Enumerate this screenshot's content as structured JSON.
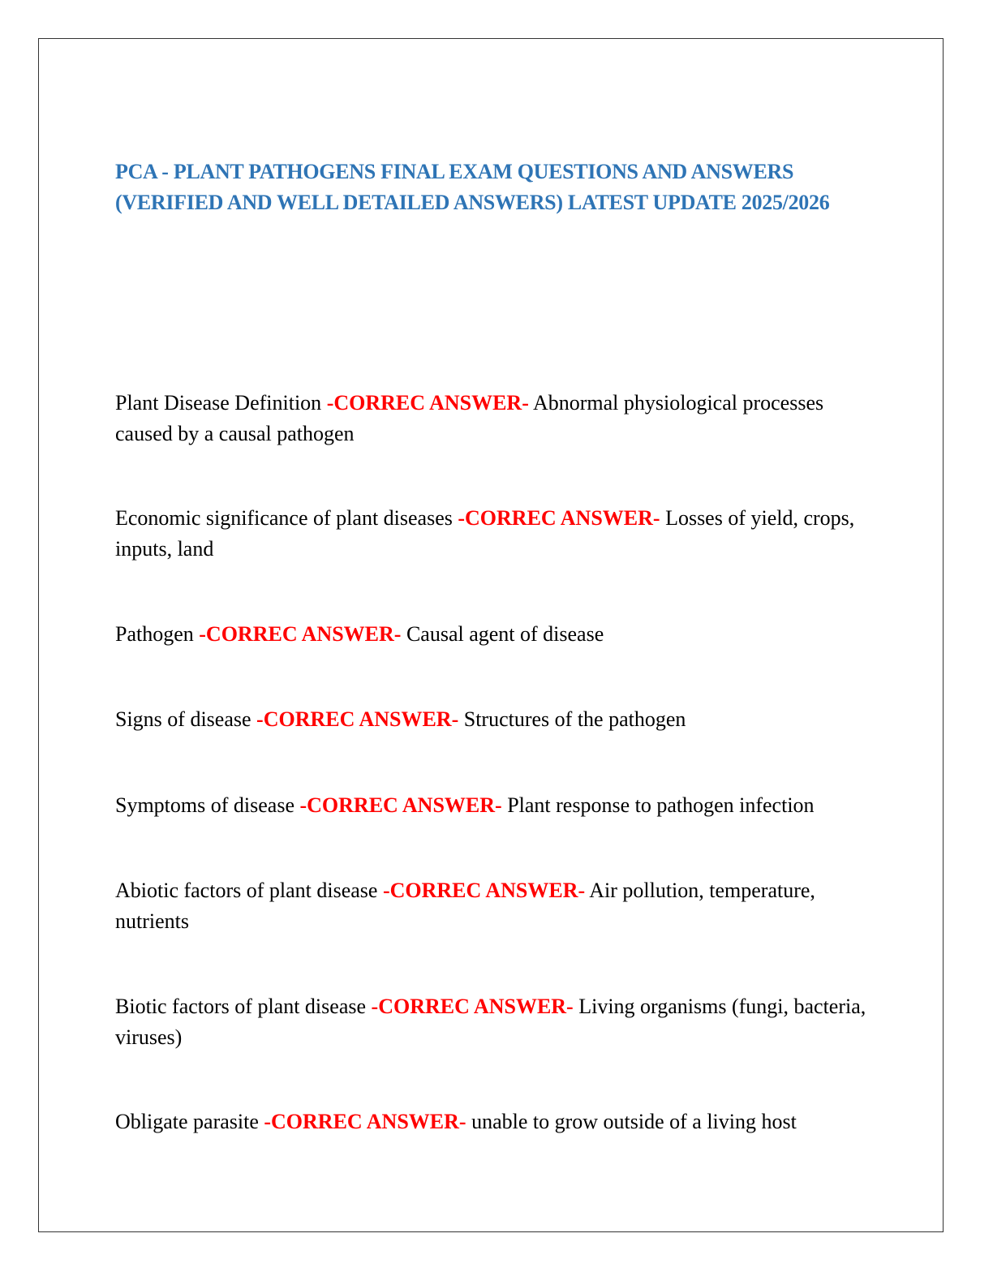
{
  "document": {
    "title": "PCA - PLANT PATHOGENS FINAL EXAM QUESTIONS AND ANSWERS (VERIFIED AND WELL DETAILED ANSWERS) LATEST UPDATE 2025/2026",
    "answer_marker": "-CORREC ANSWER-",
    "colors": {
      "title": "#2e74b5",
      "marker": "#ff0000",
      "text": "#000000"
    },
    "items": [
      {
        "term": "Plant Disease Definition",
        "answer": "Abnormal physiological processes caused by a causal pathogen"
      },
      {
        "term": "Economic significance of plant diseases",
        "answer": "Losses of yield, crops, inputs, land"
      },
      {
        "term": "Pathogen",
        "answer": "Causal agent of disease"
      },
      {
        "term": "Signs of disease",
        "answer": "Structures of the pathogen"
      },
      {
        "term": "Symptoms of disease",
        "answer": "Plant response to pathogen infection"
      },
      {
        "term": "Abiotic factors of plant disease",
        "answer": "Air pollution, temperature, nutrients"
      },
      {
        "term": "Biotic factors of plant disease",
        "answer": "Living organisms (fungi, bacteria, viruses)"
      },
      {
        "term": "Obligate parasite",
        "answer": "unable to grow outside of a living host"
      }
    ]
  }
}
